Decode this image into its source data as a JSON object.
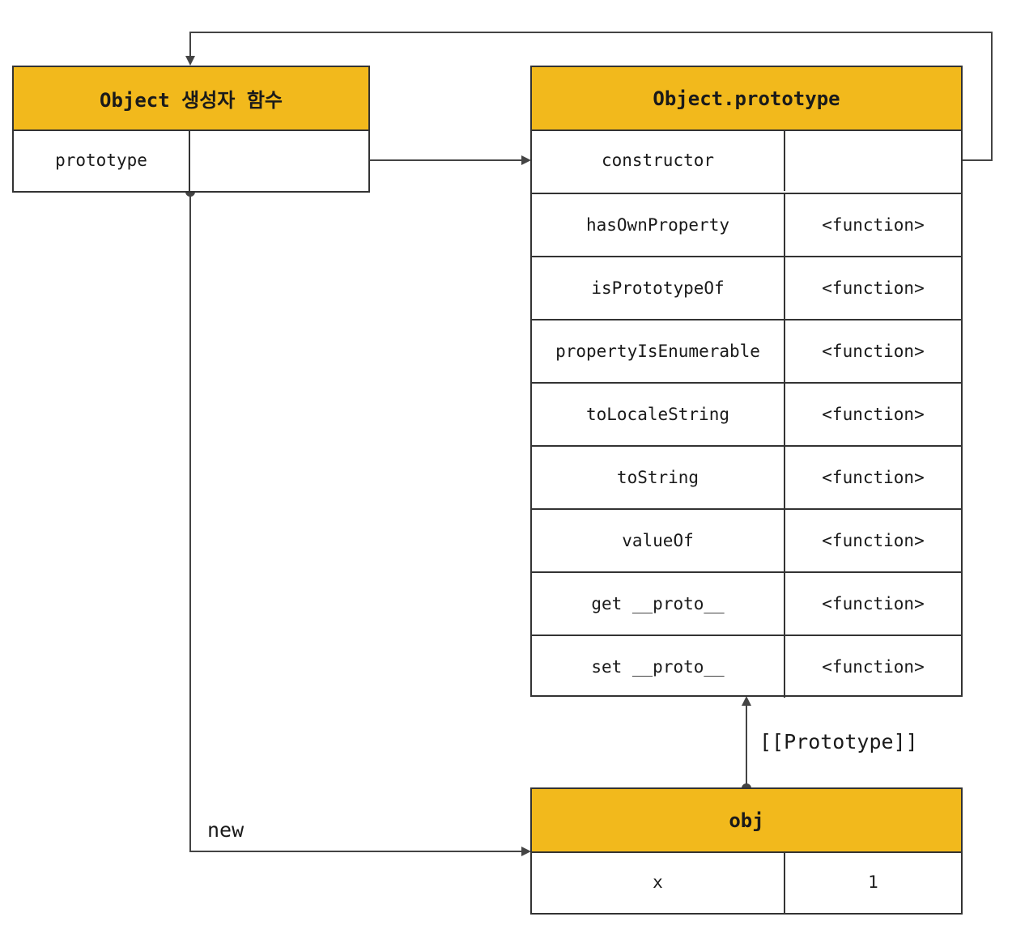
{
  "ctor_box": {
    "title": "Object 생성자 함수",
    "rows": [
      {
        "key": "prototype",
        "value": ""
      }
    ]
  },
  "proto_box": {
    "title": "Object.prototype",
    "rows": [
      {
        "key": "constructor",
        "value": ""
      },
      {
        "key": "hasOwnProperty",
        "value": "<function>"
      },
      {
        "key": "isPrototypeOf",
        "value": "<function>"
      },
      {
        "key": "propertyIsEnumerable",
        "value": "<function>"
      },
      {
        "key": "toLocaleString",
        "value": "<function>"
      },
      {
        "key": "toString",
        "value": "<function>"
      },
      {
        "key": "valueOf",
        "value": "<function>"
      },
      {
        "key": "get __proto__",
        "value": "<function>"
      },
      {
        "key": "set __proto__",
        "value": "<function>"
      }
    ]
  },
  "obj_box": {
    "title": "obj",
    "rows": [
      {
        "key": "x",
        "value": "1"
      }
    ]
  },
  "edges": {
    "new_label": "new",
    "prototype_label": "[[Prototype]]"
  },
  "colors": {
    "header_fill": "#f2b91c",
    "line": "#444444"
  }
}
